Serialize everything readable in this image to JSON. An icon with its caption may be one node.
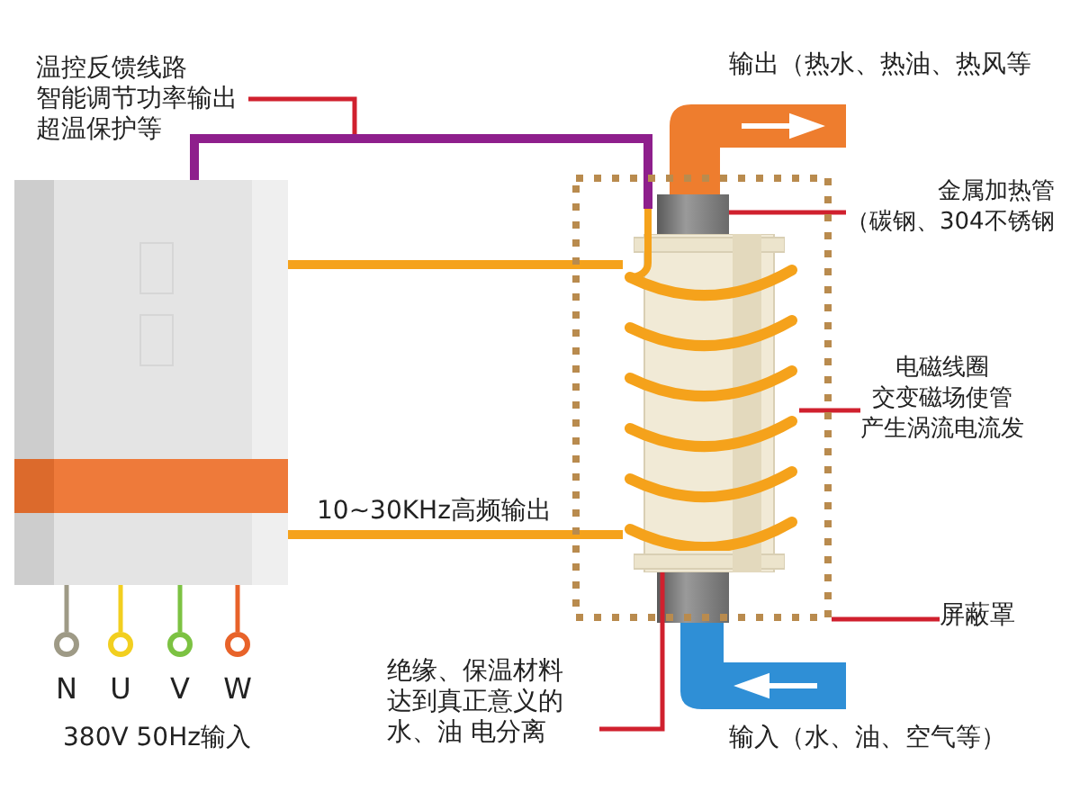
{
  "diagram": {
    "nodes": [
      {
        "text": [
          "温控反馈线路智能调节功率输出超温保护等"
        ]
      },
      {
        "text": [],
        "shape": "picture"
      },
      {
        "text": [],
        "shape": "box"
      },
      {
        "text": [],
        "shape": "picture",
        "in": 2
      },
      {
        "text": [],
        "shape": "picture",
        "in": 2
      },
      {
        "text": [],
        "shape": "picture",
        "in": 2
      },
      {
        "text": [
          "金属加热管（碳钢、304不锈钢"
        ]
      },
      {
        "text": [
          "电磁线圈交变磁场使管产生涡流电流发"
        ]
      },
      {
        "text": [
          "屏蔽罩"
        ]
      },
      {
        "text": [
          "绝缘、保温材料达到真正意义的水、油 电分离"
        ]
      },
      {
        "text": [],
        "shape": "circle",
        "beside": [
          "N"
        ]
      },
      {
        "text": [],
        "shape": "circle",
        "beside": [
          "U"
        ]
      },
      {
        "text": [],
        "shape": "circle",
        "beside": [
          "V"
        ]
      },
      {
        "text": [],
        "shape": "circle",
        "beside": [
          "W"
        ]
      }
    ],
    "edges": [
      {
        "from": 0,
        "to": null,
        "arrow": "none"
      },
      {
        "from": 1,
        "to": 4,
        "arrow": "none",
        "style": "thick",
        "color": "#8e1f8c"
      },
      {
        "from": 1,
        "to": 4,
        "arrow": "none",
        "style": "thick",
        "color": "#f5a21b"
      },
      {
        "from": 1,
        "to": 4,
        "arrow": "none",
        "style": "thick",
        "color": "#f5a21b",
        "label": "10~30KHz高频输出"
      },
      {
        "from": 1,
        "to": 10,
        "arrow": "none",
        "color": "#9e9a86"
      },
      {
        "from": 1,
        "to": 11,
        "arrow": "none",
        "color": "#f2cf1f"
      },
      {
        "from": 1,
        "to": 12,
        "arrow": "none",
        "color": "#7cc242"
      },
      {
        "from": 1,
        "to": 13,
        "arrow": "none",
        "color": "#e8632a"
      },
      {
        "from": 6,
        "to": 3,
        "arrow": "none"
      },
      {
        "from": 7,
        "to": 4,
        "arrow": "none"
      },
      {
        "from": 8,
        "to": 2,
        "arrow": "none"
      },
      {
        "from": 9,
        "to": 5,
        "arrow": "none"
      }
    ],
    "labels": [
      "输出（热水、热油、热风等",
      "输入（水、油、空气等）",
      "380V 50Hz输入"
    ]
  }
}
